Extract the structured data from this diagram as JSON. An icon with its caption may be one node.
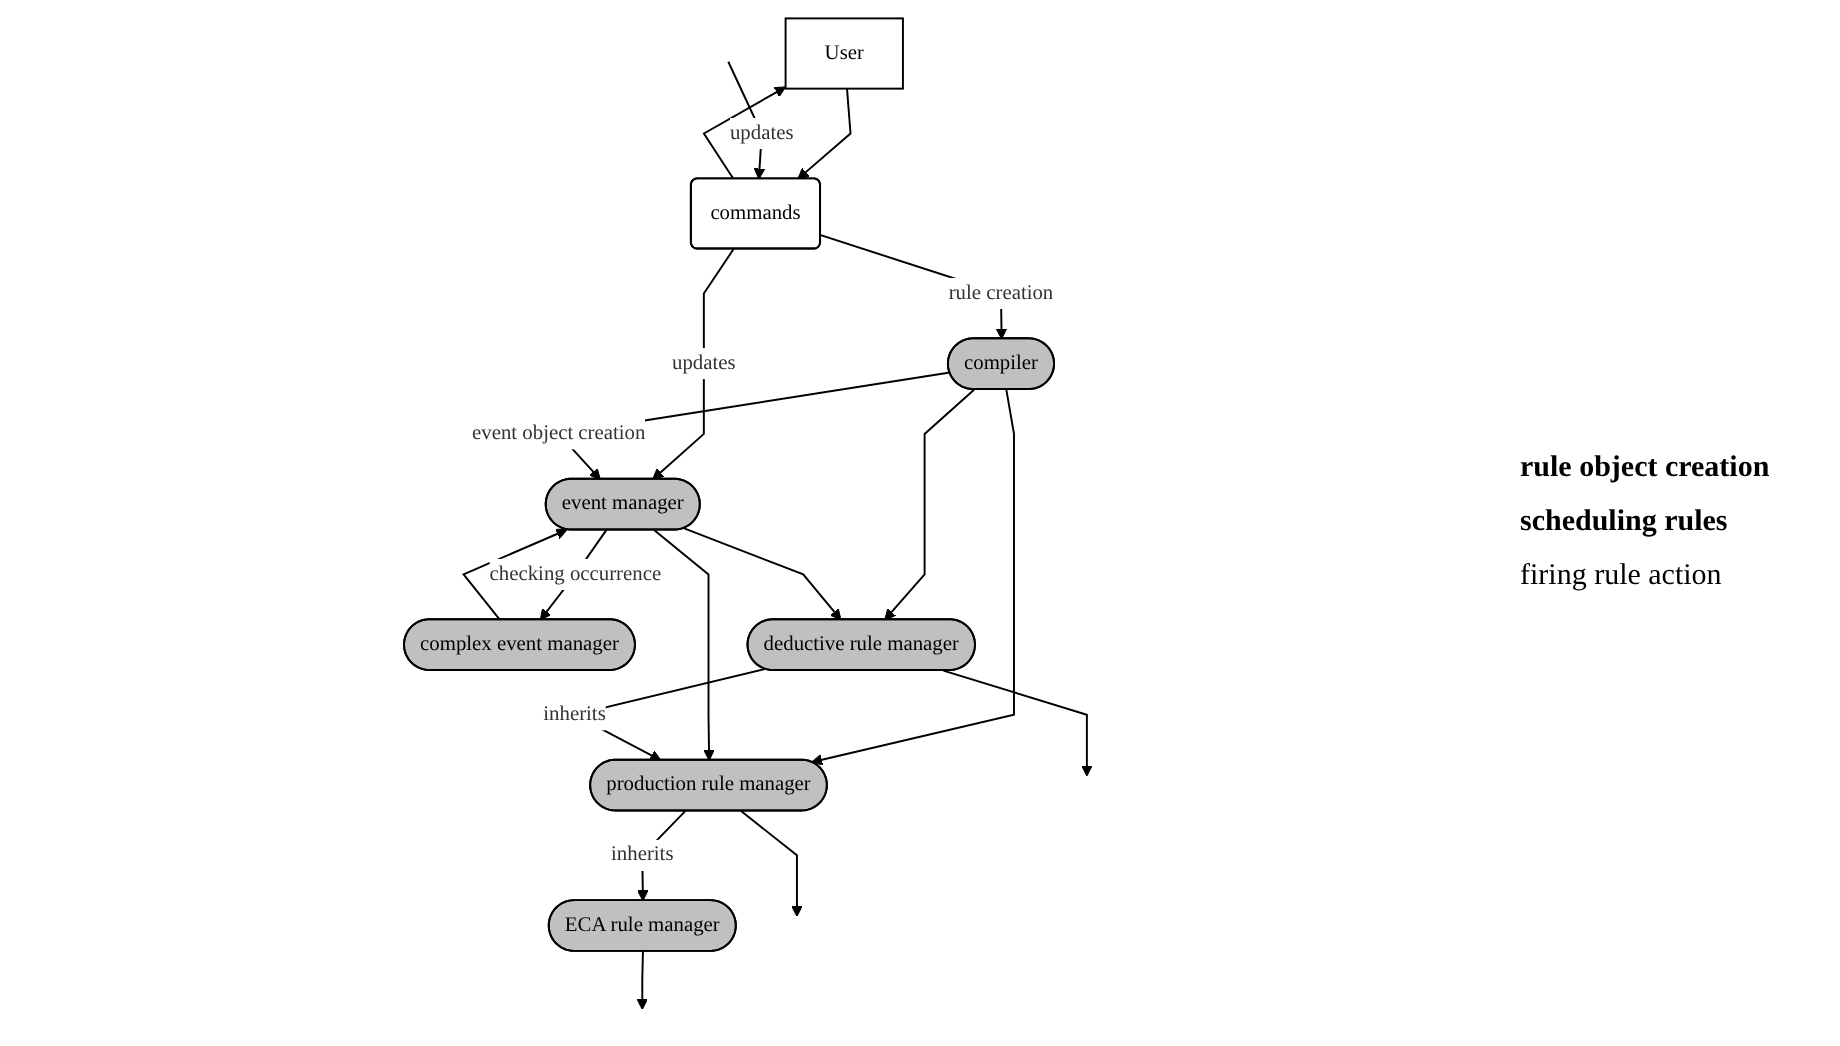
{
  "diagram": {
    "nodes": [
      {
        "text": [
          "User"
        ]
      },
      {
        "text": [
          "commands"
        ]
      },
      {
        "text": [
          "compiler"
        ]
      },
      {
        "text": [
          "event manager"
        ]
      },
      {
        "text": [
          "complex event manager"
        ]
      },
      {
        "text": [
          "deductive rule manager"
        ]
      },
      {
        "text": [
          "production rule manager"
        ]
      },
      {
        "text": [
          "ECA rule manager"
        ]
      }
    ],
    "edges": [
      {
        "from": 0,
        "to": 1,
        "arrow": "to"
      },
      {
        "from": 1,
        "to": 0,
        "arrow": "to"
      },
      {
        "from": 1,
        "to": 2,
        "arrow": "to",
        "label": "rule creation"
      },
      {
        "from": null,
        "to": 1,
        "arrow": "to",
        "label": "updates"
      },
      {
        "from": 1,
        "to": 3,
        "arrow": "to",
        "label": "updates"
      },
      {
        "from": 2,
        "to": 3,
        "arrow": "to",
        "label": "event object creation"
      },
      {
        "from": 4,
        "to": 3,
        "arrow": "to"
      },
      {
        "from": 3,
        "to": 4,
        "arrow": "to",
        "label": "checking occurrence"
      },
      {
        "from": 2,
        "to": 5,
        "arrow": "to"
      },
      {
        "from": 2,
        "to": 6,
        "arrow": "to"
      },
      {
        "from": 3,
        "to": 5,
        "arrow": "to"
      },
      {
        "from": 3,
        "to": 6,
        "arrow": "to"
      },
      {
        "from": 5,
        "to": 6,
        "arrow": "to",
        "label": "inherits"
      },
      {
        "from": 6,
        "to": 7,
        "arrow": "to",
        "label": "inherits"
      },
      {
        "from": 5,
        "to": null,
        "arrow": "to"
      },
      {
        "from": 6,
        "to": null,
        "arrow": "to"
      },
      {
        "from": 7,
        "to": null,
        "arrow": "to"
      }
    ],
    "labels": [
      "rule object creation",
      "scheduling rules",
      "firing rule action"
    ]
  }
}
